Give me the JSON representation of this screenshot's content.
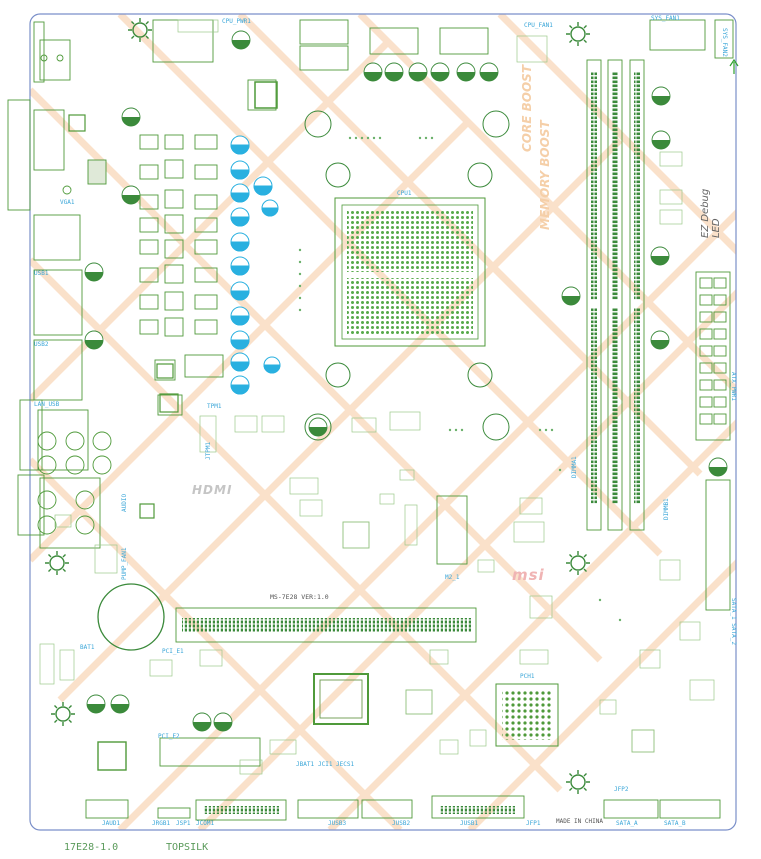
{
  "board": {
    "model": "MS-7E28 VER:1.0",
    "brand": "msi",
    "made_in": "MADE IN CHINA",
    "hdmi": "HDMI",
    "core_boost": "CORE BOOST",
    "memory_boost": "MEMORY BOOST",
    "ez_debug": "EZ Debug LED"
  },
  "footer": {
    "part_number": "17E28-1.0",
    "layer": "TOPSILK"
  },
  "labels": {
    "cpu_pwr1": "CPU_PWR1",
    "cpu_fan1": "CPU_FAN1",
    "sys_fan1": "SYS_FAN1",
    "sys_fan2": "SYS_FAN2",
    "pump_fan1": "PUMP_FAN1",
    "cpu1": "CPU1",
    "vga1": "VGA1",
    "usb1": "USB1",
    "usb2": "USB2",
    "lan_usb": "LAN_USB",
    "audio": "AUDIO",
    "bat1": "BAT1",
    "pci_e1": "PCI_E1",
    "pci_e2": "PCI_E2",
    "m2_1": "M2_1",
    "pch1": "PCH1",
    "tpm1": "TPM1",
    "jtpm1": "JTPM1",
    "jaud1": "JAUD1",
    "jrgb1": "JRGB1",
    "jsp1": "JSP1",
    "jcom1": "JCOM1",
    "jusb1": "JUSB1",
    "jusb2": "JUSB2",
    "jusb3": "JUSB3",
    "jbat1": "JBAT1",
    "jci1": "JCI1",
    "jecs1": "JECS1",
    "jfp1": "JFP1",
    "jfp2": "JFP2",
    "sata_a": "SATA_A",
    "sata_b": "SATA_B",
    "sata_c": "SATA_1 SATA_2",
    "atx_pwr1": "ATX_PWR1",
    "dimm_a1": "DIMMA1",
    "dimm_b1": "DIMMB1"
  },
  "colors": {
    "board_outline": "#7a8fc9",
    "silkscreen_green": "#4f9a3a",
    "light_green": "#9cc98a",
    "label_blue": "#3aa6d8",
    "cap_blue": "#29b0e0",
    "stripe_orange": "#f6c9a0",
    "dimm_green": "#3b8a3b",
    "cpu_pad": "#57a94a",
    "footer_text": "#5a9a5a",
    "brand_gray": "#c5c5c5"
  }
}
